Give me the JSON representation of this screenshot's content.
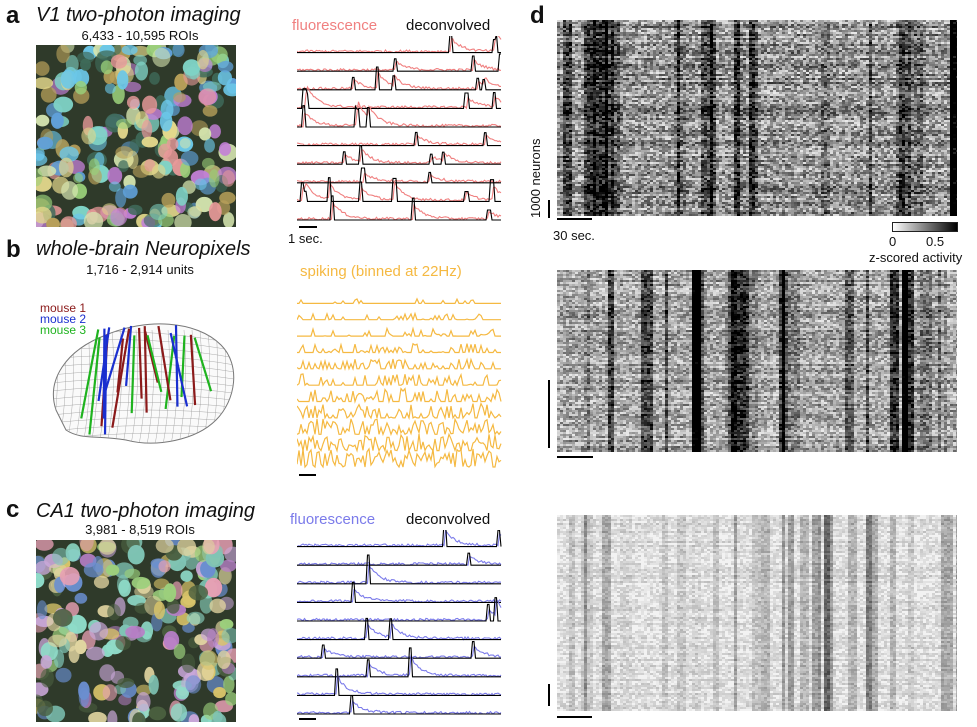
{
  "panel_a": {
    "letter": "a",
    "title": "V1 two-photon imaging",
    "subtitle": "6,433 - 10,595 ROIs",
    "legend_left": "fluorescence",
    "legend_right": "deconvolved",
    "scale_label": "1 sec."
  },
  "panel_b": {
    "letter": "b",
    "title": "whole-brain Neuropixels",
    "subtitle": "1,716 - 2,914 units",
    "legend": "spiking (binned at 22Hz)",
    "mice": [
      {
        "label": "mouse 1",
        "color": "#8b1a1a"
      },
      {
        "label": "mouse 2",
        "color": "#1a2fcf"
      },
      {
        "label": "mouse 3",
        "color": "#1fb31f"
      }
    ]
  },
  "panel_c": {
    "letter": "c",
    "title": "CA1 two-photon imaging",
    "subtitle": "3,981 - 8,519 ROIs",
    "legend_left": "fluorescence",
    "legend_right": "deconvolved"
  },
  "panel_d": {
    "letter": "d",
    "y_scale_label": "1000 neurons",
    "x_scale_label": "30 sec.",
    "colorbar": {
      "ticks": [
        "0",
        "0.5"
      ],
      "label": "z-scored activity"
    }
  },
  "colors": {
    "fluorescence_v1": "#f08080",
    "deconvolved": "#000000",
    "spiking": "#f5b942",
    "fluorescence_ca1": "#7b7bea"
  }
}
